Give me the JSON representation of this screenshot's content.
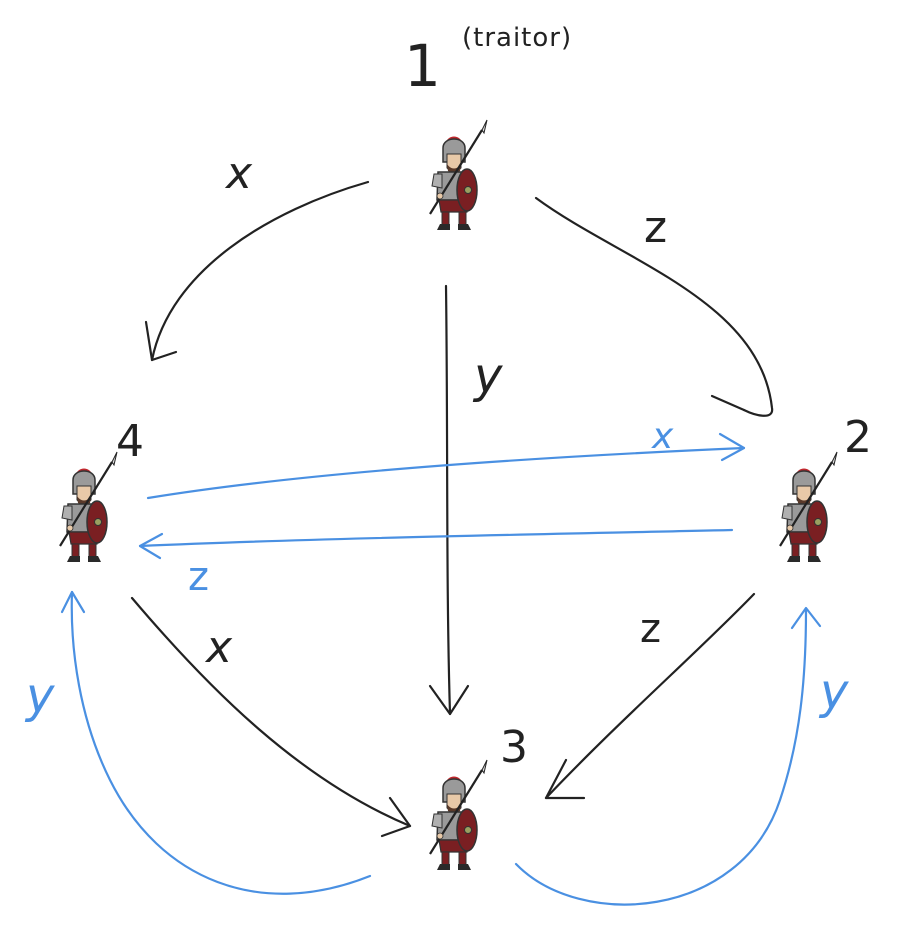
{
  "diagram": {
    "colors": {
      "ink": "#222222",
      "blue": "#4a90e2",
      "armor": "#9a9a9a",
      "tunic": "#7a1f22",
      "plume": "#c0262c"
    },
    "nodes": [
      {
        "id": "general-1",
        "label": "1",
        "note": "(traitor)",
        "icon": "soldier-icon"
      },
      {
        "id": "general-2",
        "label": "2",
        "icon": "soldier-icon"
      },
      {
        "id": "general-3",
        "label": "3",
        "icon": "soldier-icon"
      },
      {
        "id": "general-4",
        "label": "4",
        "icon": "soldier-icon"
      }
    ],
    "edges": [
      {
        "from": "1",
        "to": "4",
        "label": "x",
        "color": "#222222"
      },
      {
        "from": "1",
        "to": "3",
        "label": "y",
        "color": "#222222"
      },
      {
        "from": "1",
        "to": "2",
        "label": "z",
        "color": "#222222"
      },
      {
        "from": "4",
        "to": "2",
        "label": "x",
        "color": "#4a90e2"
      },
      {
        "from": "2",
        "to": "4",
        "label": "z",
        "color": "#4a90e2"
      },
      {
        "from": "4",
        "to": "3",
        "label": "x",
        "color": "#222222"
      },
      {
        "from": "2",
        "to": "3",
        "label": "z",
        "color": "#222222"
      },
      {
        "from": "3",
        "to": "4",
        "label": "y",
        "color": "#4a90e2"
      },
      {
        "from": "3",
        "to": "2",
        "label": "y",
        "color": "#4a90e2"
      }
    ]
  }
}
